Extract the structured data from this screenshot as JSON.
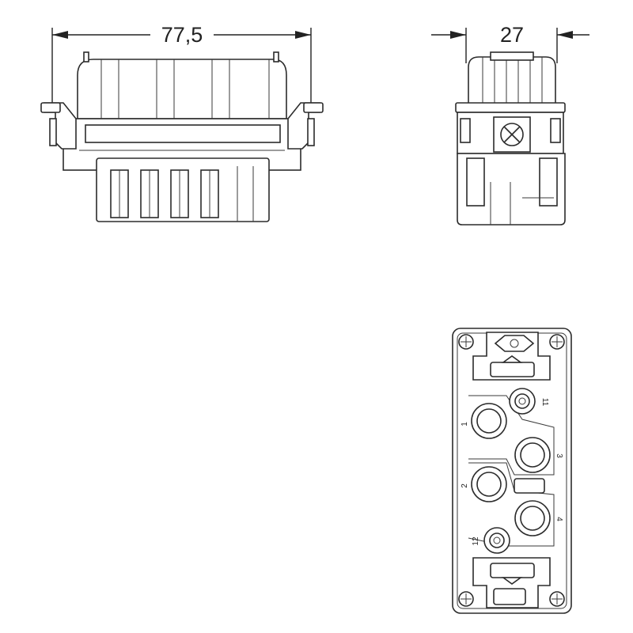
{
  "dimensions": {
    "width_label": "77,5",
    "depth_label": "27"
  },
  "pins": {
    "p1": "1",
    "p2": "2",
    "p3": "3",
    "p4": "4",
    "p11": "11",
    "p12": "12"
  }
}
